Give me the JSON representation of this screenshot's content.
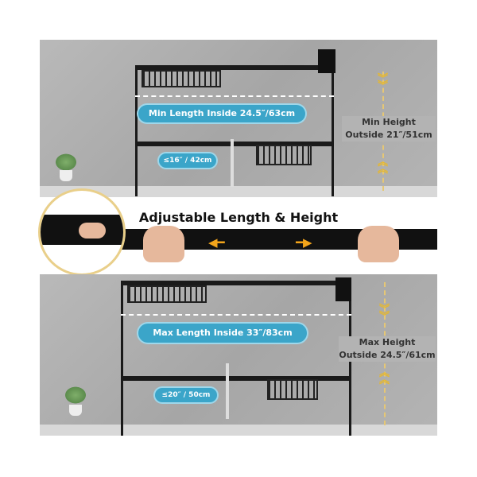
{
  "top_panel": {
    "length_label": "Min Length Inside 24.5″/63cm",
    "gap_label": "≤16″ / 42cm",
    "height_label_line1": "Min Height",
    "height_label_line2": "Outside 21″/51cm"
  },
  "band": {
    "title": "Adjustable Length & Height",
    "left_arrow": "◀━",
    "right_arrow": "━▶"
  },
  "bottom_panel": {
    "length_label": "Max Length Inside 33″/83cm",
    "gap_label": "≤20″ / 50cm",
    "height_label_line1": "Max Height",
    "height_label_line2": "Outside 24.5″/61cm"
  },
  "colors": {
    "pill": "#3ba5c9",
    "accent": "#e6b830",
    "rack": "#1a1a1a"
  }
}
